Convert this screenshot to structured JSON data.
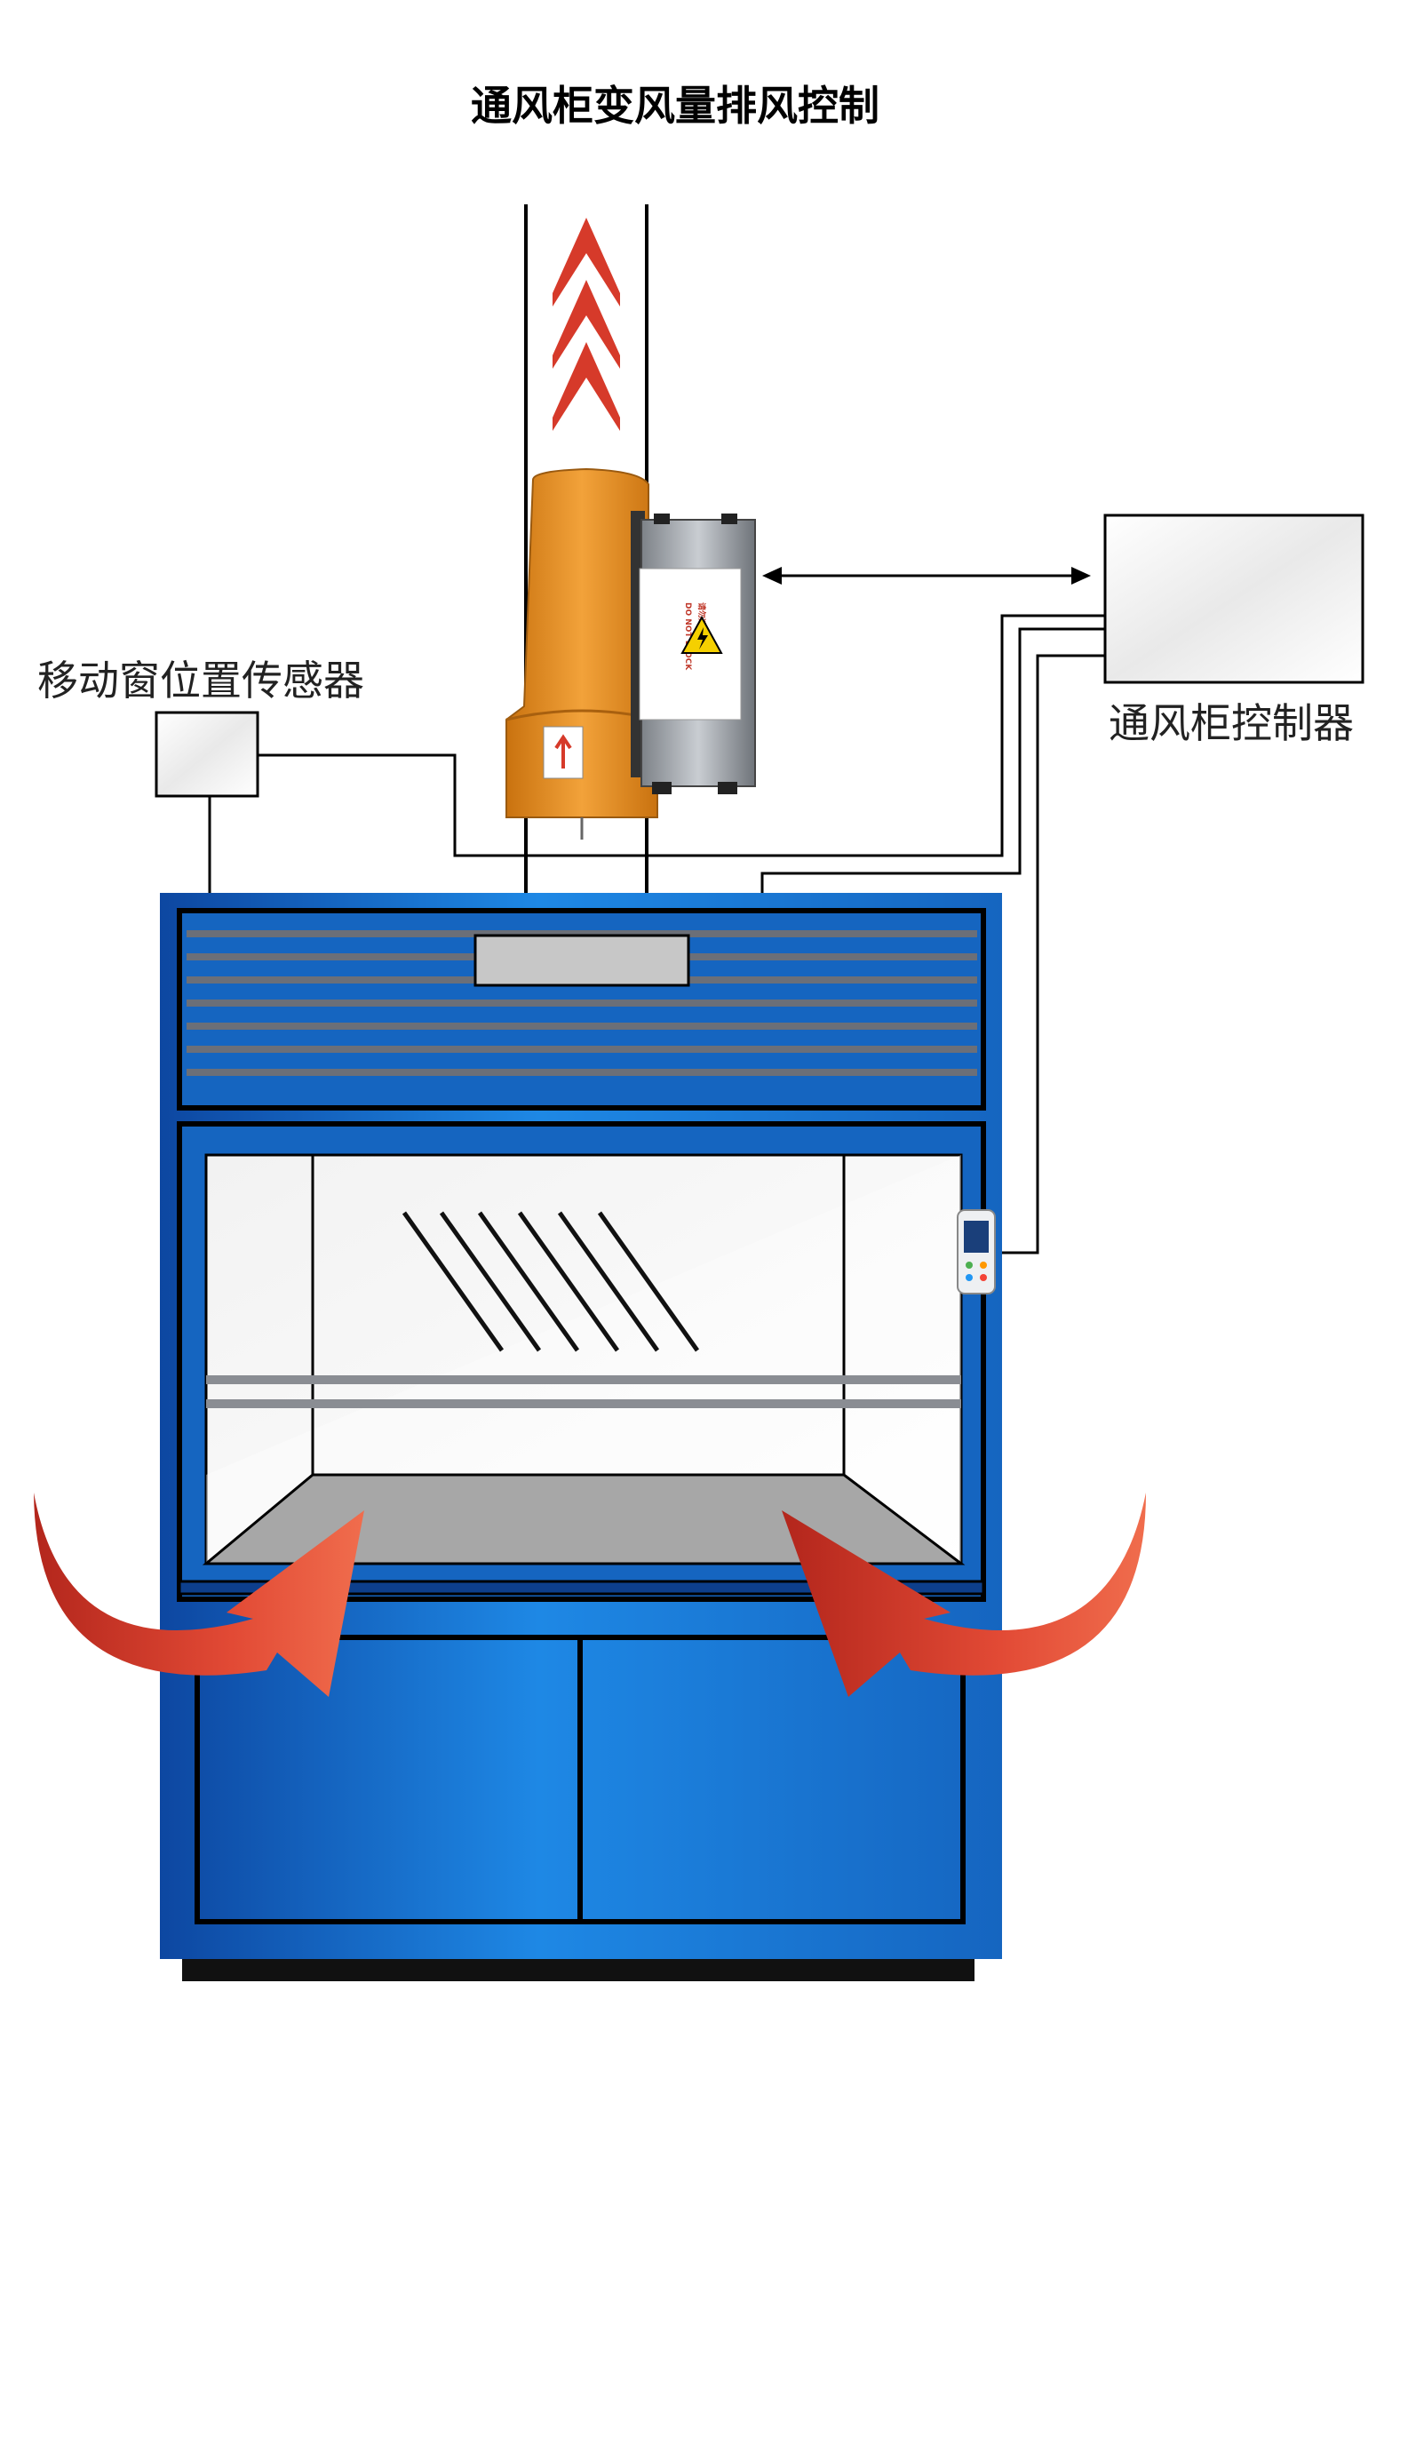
{
  "title": "通风柜变风量排风控制",
  "labels": {
    "sash_sensor": "移动窗位置传感器",
    "controller": "通风柜控制器"
  },
  "valve_sticker": {
    "text_line1": "请勿遮挡",
    "text_line2": "DO NOT BLOCK"
  },
  "colors": {
    "cabinet_blue": "#1565c0",
    "cabinet_blue_light": "#1e88e5",
    "valve_orange": "#e8941e",
    "arrow_red": "#d63a2a",
    "line": "#000000"
  },
  "icons": {
    "exhaust_arrows": "chevron-up-icon",
    "airflow_arrows": "curved-arrow-icon",
    "warning": "high-voltage-warning-icon",
    "bidirectional": "double-arrow-icon"
  }
}
